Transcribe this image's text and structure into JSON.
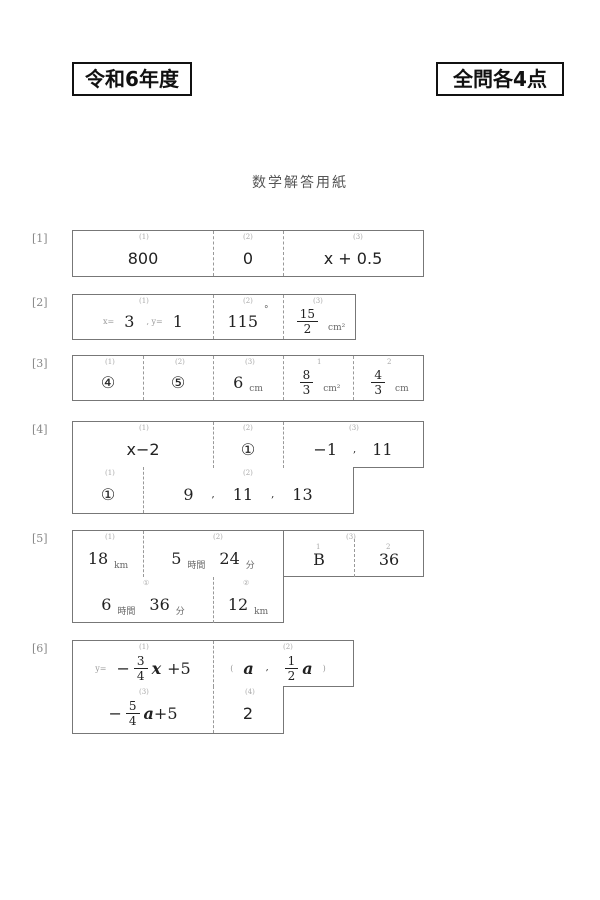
{
  "header": {
    "year": "令和6年度",
    "points": "全問各4点",
    "title": "数学解答用紙"
  },
  "q1": {
    "label": "[1]",
    "subs": [
      "(1)",
      "(2)",
      "(3)"
    ],
    "a1": "800",
    "a2": "0",
    "a3": "x + 0.5"
  },
  "q2": {
    "label": "[2]",
    "subs": [
      "(1)",
      "(2)",
      "(3)"
    ],
    "x_label": "x=",
    "x": "3",
    "y_label": ", y=",
    "y": "1",
    "a2": "115",
    "a2_unit": "°",
    "a3_num": "15",
    "a3_den": "2",
    "a3_unit": "cm²"
  },
  "q3": {
    "label": "[3]",
    "subs": [
      "(1)",
      "(2)",
      "(3)",
      "1",
      "2"
    ],
    "a1": "④",
    "a2": "⑤",
    "a3": "6",
    "a3_unit": "cm",
    "a4_num": "8",
    "a4_den": "3",
    "a4_unit": "cm²",
    "a5_num": "4",
    "a5_den": "3",
    "a5_unit": "cm"
  },
  "q4": {
    "label": "[4]",
    "subs": [
      "(1)",
      "(2)",
      "(3)",
      "(1)",
      "(2)"
    ],
    "a1": "x−2",
    "a2": "①",
    "a3a": "−1",
    "sep": ",",
    "a3b": "11",
    "b1": "①",
    "b2a": "9",
    "b2b": "11",
    "b2c": "13"
  },
  "q5": {
    "label": "[5]",
    "subs": [
      "(1)",
      "(2)",
      "(3)",
      "1",
      "2",
      "①",
      "②"
    ],
    "a1": "18",
    "km": "km",
    "a2h": "5",
    "hours": "時間",
    "a2m": "24",
    "minutes": "分",
    "a3a": "B",
    "a3b": "36",
    "b1h": "6",
    "b1m": "36",
    "b2": "12"
  },
  "q6": {
    "label": "[6]",
    "subs": [
      "(1)",
      "(2)",
      "(3)",
      "(4)"
    ],
    "a1_pre": "y=",
    "a1_minus": "−",
    "a1_num": "3",
    "a1_den": "4",
    "a1_var": "x",
    "a1_rest": "+5",
    "a2_pre": "(",
    "a2_a": "a",
    "a2_sep": ",",
    "a2_num": "1",
    "a2_den": "2",
    "a2_var": "a",
    "a2_close": ")",
    "b1_minus": "−",
    "b1_num": "5",
    "b1_den": "4",
    "b1_var": "a",
    "b1_rest": "+5",
    "b2": "2"
  }
}
